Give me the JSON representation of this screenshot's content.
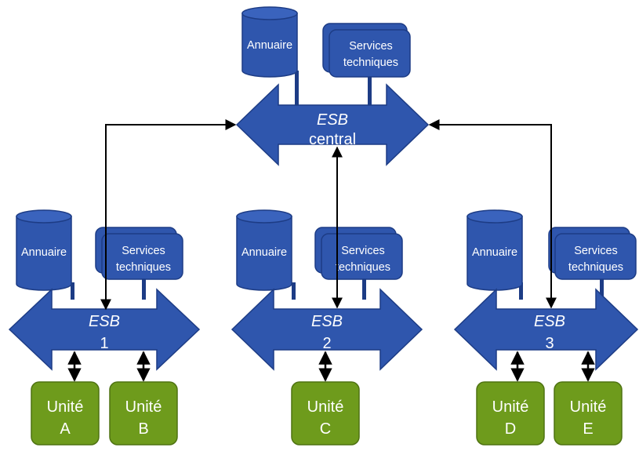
{
  "colors": {
    "blue_fill": "#2f56ad",
    "blue_stroke": "#1d3c85",
    "green_fill": "#6e9b1c",
    "green_stroke": "#4f7312",
    "connector": "#000000"
  },
  "central": {
    "directory_label": "Annuaire",
    "services_label_line1": "Services",
    "services_label_line2": "techniques",
    "esb_label": "ESB",
    "esb_sublabel": "central"
  },
  "bus1": {
    "directory_label": "Annuaire",
    "services_label_line1": "Services",
    "services_label_line2": "techniques",
    "esb_label": "ESB",
    "esb_number": "1",
    "units": [
      {
        "line1": "Unité",
        "line2": "A"
      },
      {
        "line1": "Unité",
        "line2": "B"
      }
    ]
  },
  "bus2": {
    "directory_label": "Annuaire",
    "services_label_line1": "Services",
    "services_label_line2": "techniques",
    "esb_label": "ESB",
    "esb_number": "2",
    "units": [
      {
        "line1": "Unité",
        "line2": "C"
      }
    ]
  },
  "bus3": {
    "directory_label": "Annuaire",
    "services_label_line1": "Services",
    "services_label_line2": "techniques",
    "esb_label": "ESB",
    "esb_number": "3",
    "units": [
      {
        "line1": "Unité",
        "line2": "D"
      },
      {
        "line1": "Unité",
        "line2": "E"
      }
    ]
  }
}
